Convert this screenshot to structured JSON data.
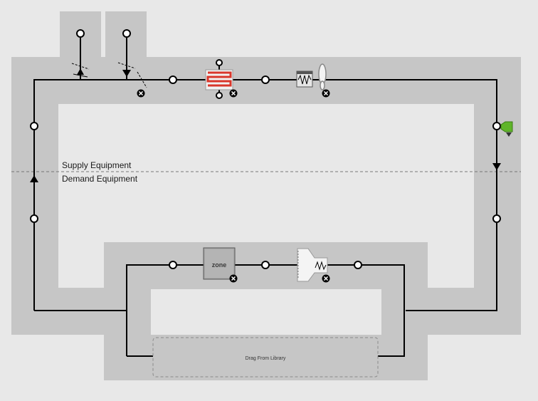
{
  "divider": {
    "supply_label": "Supply Equipment",
    "demand_label": "Demand Equipment"
  },
  "zone_label": "zone",
  "drop_zone_label": "Drag From Library",
  "colors": {
    "background": "#e8e8e8",
    "loop_band": "#c6c6c6",
    "pipe": "#000000",
    "coil_red": "#d9362b",
    "setpoint_green": "#5fb52a"
  },
  "icons": {
    "outdoor_air_mixer": "damper-icon",
    "heating_coil": "heating-coil-icon",
    "humidifier": "humidifier-icon",
    "fan": "fan-icon",
    "setpoint_manager": "setpoint-manager-icon",
    "zone": "thermal-zone-icon",
    "terminal": "air-terminal-reheat-icon",
    "remove": "remove-icon",
    "node": "node-icon"
  }
}
